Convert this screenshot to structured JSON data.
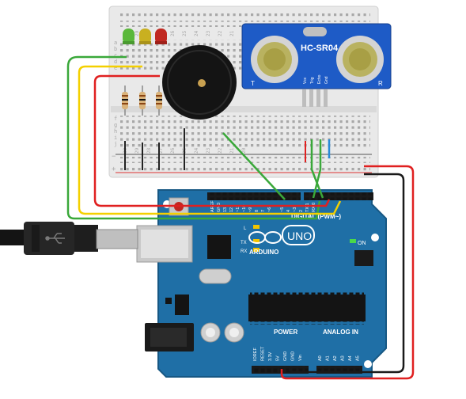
{
  "colors": {
    "breadboard": "#e9e9e9",
    "board": "#1f6fa6",
    "wire_red": "#e02020",
    "wire_black": "#1a1a1a",
    "wire_green": "#3aa83a",
    "wire_yellow": "#f4d000",
    "led_green": "#5ab83a",
    "led_yellow": "#c9b020",
    "led_red": "#c02820",
    "sensor": "#1e5bc6"
  },
  "breadboard": {
    "rail_minus": "−",
    "rail_plus": "+",
    "row_letters_top": [
      "a",
      "b",
      "c",
      "d",
      "e"
    ],
    "row_letters_bottom": [
      "f",
      "g",
      "h",
      "i",
      "j"
    ],
    "column_numbers": [
      "30",
      "29",
      "28",
      "27",
      "26",
      "25",
      "24",
      "23",
      "22",
      "21",
      "20"
    ]
  },
  "sensor": {
    "model": "HC-SR04",
    "pins": [
      "Vcc",
      "Trig",
      "Echo",
      "Gnd"
    ],
    "marks": [
      "T",
      "R"
    ]
  },
  "arduino": {
    "brand": "ARDUINO",
    "model": "UNO",
    "digital_label": "DIGITAL (PWM~)",
    "power_label": "POWER",
    "analog_label": "ANALOG IN",
    "on_label": "ON",
    "led_labels": [
      "L",
      "TX",
      "RX"
    ],
    "top_pins": [
      "AREF",
      "GND",
      "13",
      "12",
      "~11",
      "~10",
      "~9",
      "8",
      "7",
      "~6",
      "~5",
      "4",
      "~3",
      "2",
      "TX 1",
      "RX 0"
    ],
    "power_pins": [
      "IOREF",
      "RESET",
      "3.3V",
      "5V",
      "GND",
      "GND",
      "Vin"
    ],
    "analog_pins": [
      "A0",
      "A1",
      "A2",
      "A3",
      "A4",
      "A5"
    ]
  },
  "icons": [
    "usb-cable-icon",
    "buzzer-icon",
    "reset-button-icon"
  ]
}
